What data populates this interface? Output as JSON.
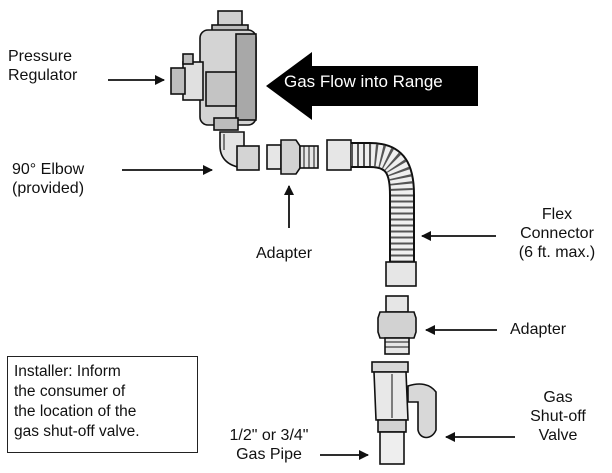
{
  "labels": {
    "pressure_regulator": [
      "Pressure",
      "Regulator"
    ],
    "gas_flow": "Gas Flow into Range",
    "elbow": [
      "90° Elbow",
      "(provided)"
    ],
    "adapter_top": "Adapter",
    "flex_connector": [
      "Flex",
      "Connector",
      "(6 ft. max.)"
    ],
    "adapter_bottom": "Adapter",
    "shutoff_valve": [
      "Gas",
      "Shut-off",
      "Valve"
    ],
    "gas_pipe": [
      "1/2\" or 3/4\"",
      "Gas Pipe"
    ],
    "installer_note": [
      "Installer: Inform",
      "the consumer of",
      "the location of the",
      "gas shut-off valve."
    ]
  },
  "colors": {
    "ink": "#111111",
    "arrow_fill": "#000000",
    "part_fill": "#d9d9d9",
    "part_shadow": "#9a9a9a"
  }
}
